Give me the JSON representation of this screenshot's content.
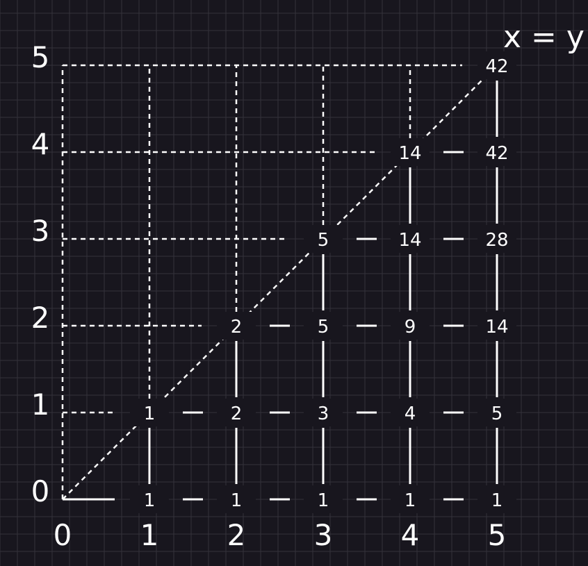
{
  "diagram": {
    "diagonal_label": "x = y",
    "x_ticks": [
      "0",
      "1",
      "2",
      "3",
      "4",
      "5"
    ],
    "y_ticks": [
      "0",
      "1",
      "2",
      "3",
      "4",
      "5"
    ],
    "rows": [
      {
        "y": 0,
        "values": [
          {
            "x": 1,
            "v": "1"
          },
          {
            "x": 2,
            "v": "1"
          },
          {
            "x": 3,
            "v": "1"
          },
          {
            "x": 4,
            "v": "1"
          },
          {
            "x": 5,
            "v": "1"
          }
        ]
      },
      {
        "y": 1,
        "values": [
          {
            "x": 1,
            "v": "1"
          },
          {
            "x": 2,
            "v": "2"
          },
          {
            "x": 3,
            "v": "3"
          },
          {
            "x": 4,
            "v": "4"
          },
          {
            "x": 5,
            "v": "5"
          }
        ]
      },
      {
        "y": 2,
        "values": [
          {
            "x": 2,
            "v": "2"
          },
          {
            "x": 3,
            "v": "5"
          },
          {
            "x": 4,
            "v": "9"
          },
          {
            "x": 5,
            "v": "14"
          }
        ]
      },
      {
        "y": 3,
        "values": [
          {
            "x": 3,
            "v": "5"
          },
          {
            "x": 4,
            "v": "14"
          },
          {
            "x": 5,
            "v": "28"
          }
        ]
      },
      {
        "y": 4,
        "values": [
          {
            "x": 4,
            "v": "14"
          },
          {
            "x": 5,
            "v": "42"
          }
        ]
      },
      {
        "y": 5,
        "values": [
          {
            "x": 5,
            "v": "42"
          }
        ]
      }
    ],
    "colors": {
      "background": "#18161e",
      "grid": "#34323b",
      "foreground": "#ffffff"
    }
  }
}
